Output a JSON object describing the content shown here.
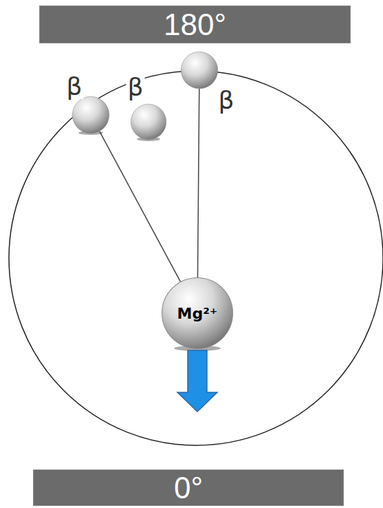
{
  "diagram": {
    "nodes": [
      {
        "text": [
          "180°"
        ]
      },
      {
        "text": [
          "β"
        ]
      },
      {
        "text": [
          "β"
        ]
      },
      {
        "text": [
          "β"
        ]
      },
      {
        "text": [
          "Mg²⁺"
        ]
      },
      {
        "text": [
          "0°"
        ]
      }
    ],
    "edges": [
      {
        "from": 4,
        "to": 1,
        "arrow": "none"
      },
      {
        "from": 4,
        "to": 3,
        "arrow": "none"
      }
    ]
  }
}
